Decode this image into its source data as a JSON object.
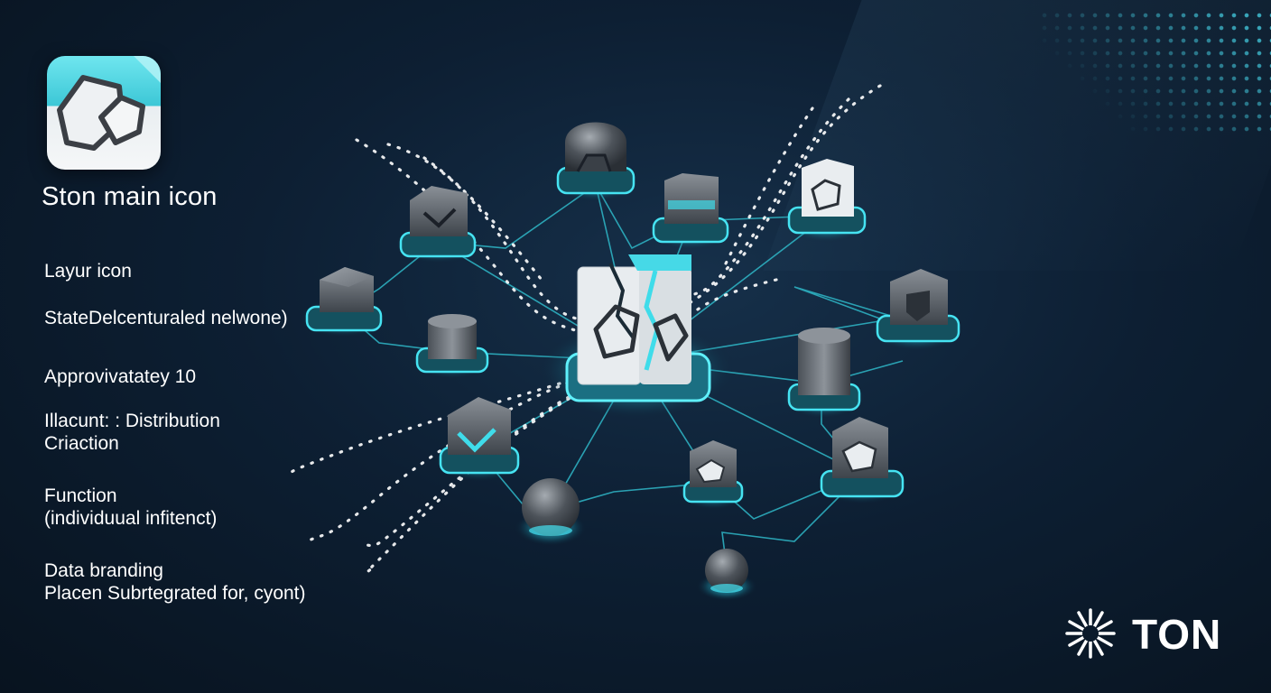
{
  "app": {
    "title": "Ston main icon",
    "icon": "broken-pentagon-app-icon"
  },
  "info": {
    "layer": "Layur icon",
    "state": "StateDelcenturaled nelwone)",
    "approx": "Approvivatatey 10",
    "account_line1": "Illacunt:  : Distribution",
    "account_line2": "Criaction",
    "function_line1": "Function",
    "function_line2": "(individuual infitenct)",
    "data_line1": "Data branding",
    "data_line2": "Placen Subrtegrated for, cyont)"
  },
  "brand": {
    "name": "TON",
    "icon": "ton-sunburst-icon"
  },
  "colors": {
    "accent": "#3fdcea",
    "background": "#0b1a2b",
    "node_gray": "#5d636b",
    "line": "#2fb8c8"
  },
  "nodes": [
    {
      "id": "center",
      "shape": "broken-cube"
    },
    {
      "id": "top-dome",
      "shape": "dome"
    },
    {
      "id": "top-chevron-cube",
      "shape": "chevron-cube"
    },
    {
      "id": "top-cube",
      "shape": "cube"
    },
    {
      "id": "top-right-emblem",
      "shape": "emblem-cube"
    },
    {
      "id": "left-cube",
      "shape": "cube"
    },
    {
      "id": "left-cylinder",
      "shape": "cylinder"
    },
    {
      "id": "right-shield",
      "shape": "shield-cube"
    },
    {
      "id": "right-cylinder",
      "shape": "cylinder"
    },
    {
      "id": "bottom-left-cube",
      "shape": "check-cube"
    },
    {
      "id": "bottom-sphere",
      "shape": "sphere"
    },
    {
      "id": "bottom-emblem",
      "shape": "emblem-cube"
    },
    {
      "id": "right-emblem",
      "shape": "emblem-cube"
    },
    {
      "id": "bottom-small-sphere",
      "shape": "sphere"
    }
  ]
}
